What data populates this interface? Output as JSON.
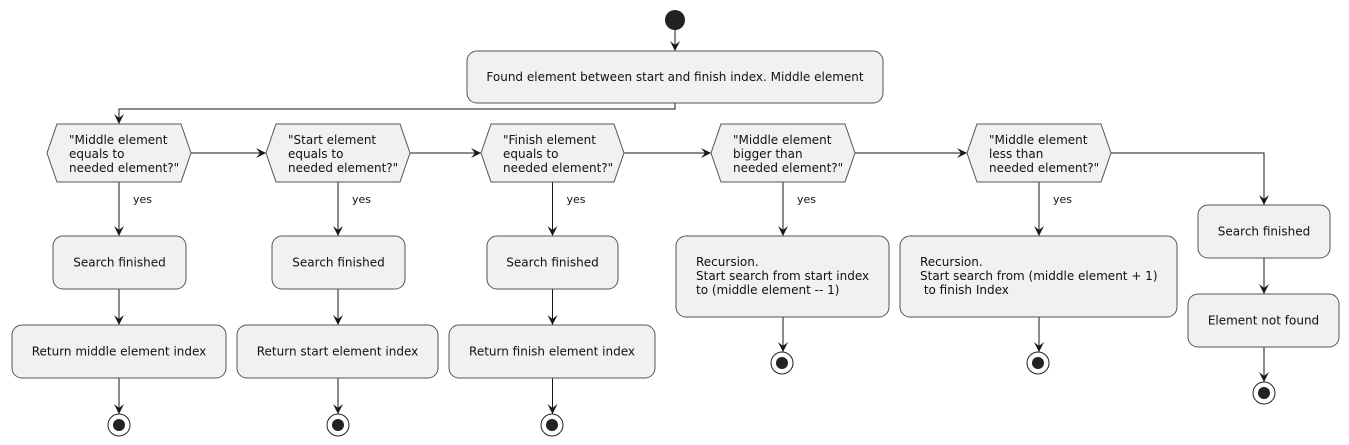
{
  "diagram": {
    "start_action": "Found element between start and finish index. Middle element",
    "yes_label": "yes",
    "branches": [
      {
        "condition": [
          "\"Middle element",
          "equals to",
          "needed element?\""
        ],
        "actions": [
          [
            "Search finished"
          ],
          [
            "Return middle element index"
          ]
        ]
      },
      {
        "condition": [
          "\"Start element",
          "equals to",
          "needed element?\""
        ],
        "actions": [
          [
            "Search finished"
          ],
          [
            "Return start element index"
          ]
        ]
      },
      {
        "condition": [
          "\"Finish element",
          "equals to",
          "needed element?\""
        ],
        "actions": [
          [
            "Search finished"
          ],
          [
            "Return finish element index"
          ]
        ]
      },
      {
        "condition": [
          "\"Middle element",
          "bigger than",
          "needed element?\""
        ],
        "actions": [
          [
            "Recursion.",
            "Start search from start index",
            "to (middle element -- 1)"
          ]
        ]
      },
      {
        "condition": [
          "\"Middle element",
          "less than",
          "needed element?\""
        ],
        "actions": [
          [
            "Recursion.",
            "Start search from (middle element + 1)",
            " to finish Index"
          ]
        ]
      }
    ],
    "else_actions": [
      [
        "Search finished"
      ],
      [
        "Element not found"
      ]
    ]
  }
}
